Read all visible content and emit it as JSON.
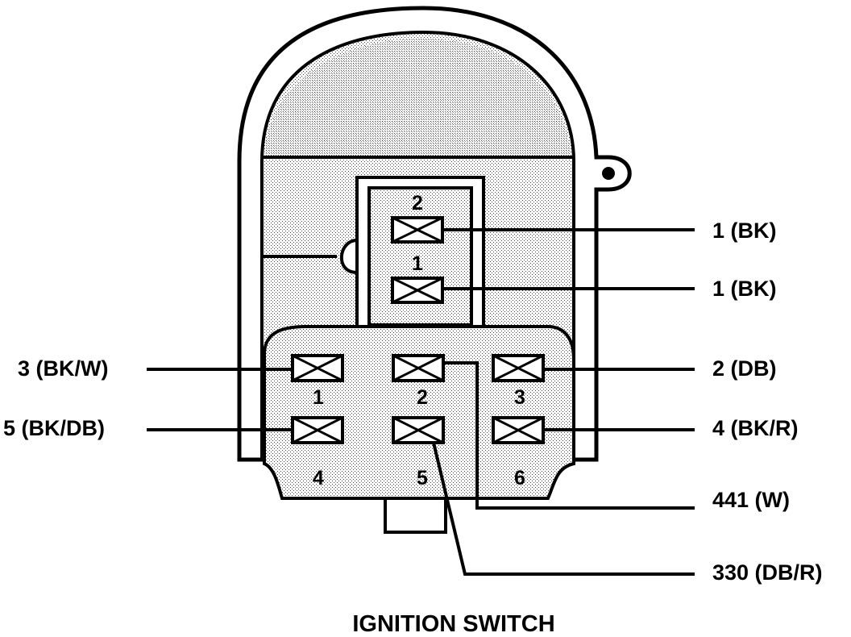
{
  "title": "IGNITION SWITCH",
  "upper_connector": {
    "cavities": [
      "2",
      "1"
    ]
  },
  "lower_connector": {
    "cavities": [
      "1",
      "2",
      "3",
      "4",
      "5",
      "6"
    ]
  },
  "wires": [
    {
      "circuit": "1 (BK)",
      "cavity": "upper-2"
    },
    {
      "circuit": "1 (BK)",
      "cavity": "upper-1"
    },
    {
      "circuit": "3 (BK/W)",
      "cavity": "lower-1"
    },
    {
      "circuit": "5 (BK/DB)",
      "cavity": "lower-4"
    },
    {
      "circuit": "2 (DB)",
      "cavity": "lower-3"
    },
    {
      "circuit": "4 (BK/R)",
      "cavity": "lower-6"
    },
    {
      "circuit": "441 (W)",
      "cavity": "lower-2"
    },
    {
      "circuit": "330 (DB/R)",
      "cavity": "lower-5"
    }
  ]
}
